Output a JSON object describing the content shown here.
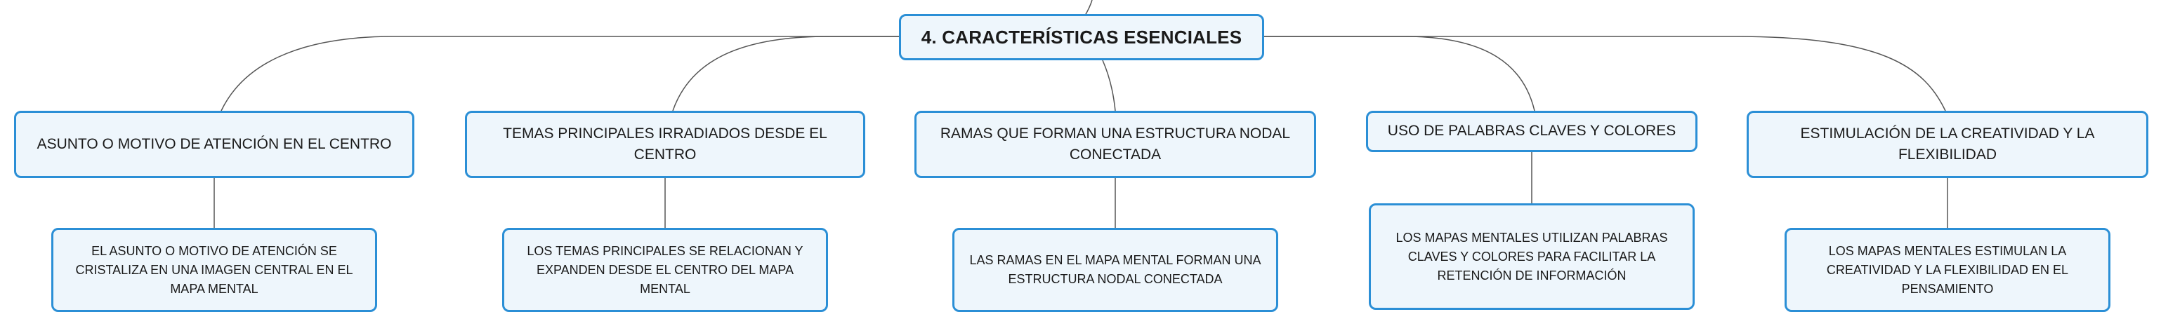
{
  "map": {
    "root": {
      "text": "4. CARACTERÍSTICAS ESENCIALES"
    },
    "branches": [
      {
        "title": "ASUNTO O MOTIVO DE ATENCIÓN EN EL CENTRO",
        "detail": "EL ASUNTO O MOTIVO DE ATENCIÓN SE CRISTALIZA EN UNA IMAGEN CENTRAL EN EL MAPA MENTAL"
      },
      {
        "title": "TEMAS PRINCIPALES IRRADIADOS DESDE EL CENTRO",
        "detail": "LOS TEMAS PRINCIPALES SE RELACIONAN Y EXPANDEN DESDE EL CENTRO DEL MAPA MENTAL"
      },
      {
        "title": "RAMAS QUE FORMAN UNA ESTRUCTURA NODAL CONECTADA",
        "detail": "LAS RAMAS EN EL MAPA MENTAL FORMAN UNA ESTRUCTURA NODAL CONECTADA"
      },
      {
        "title": "USO DE PALABRAS CLAVES Y COLORES",
        "detail": "LOS MAPAS MENTALES UTILIZAN PALABRAS CLAVES Y COLORES PARA FACILITAR LA RETENCIÓN DE INFORMACIÓN"
      },
      {
        "title": "ESTIMULACIÓN DE LA CREATIVIDAD Y LA FLEXIBILIDAD",
        "detail": "LOS MAPAS MENTALES ESTIMULAN LA CREATIVIDAD Y LA FLEXIBILIDAD EN EL PENSAMIENTO"
      }
    ]
  },
  "colors": {
    "node_fill": "#eef6fc",
    "node_border": "#2b8fd6",
    "connector": "#555555"
  }
}
